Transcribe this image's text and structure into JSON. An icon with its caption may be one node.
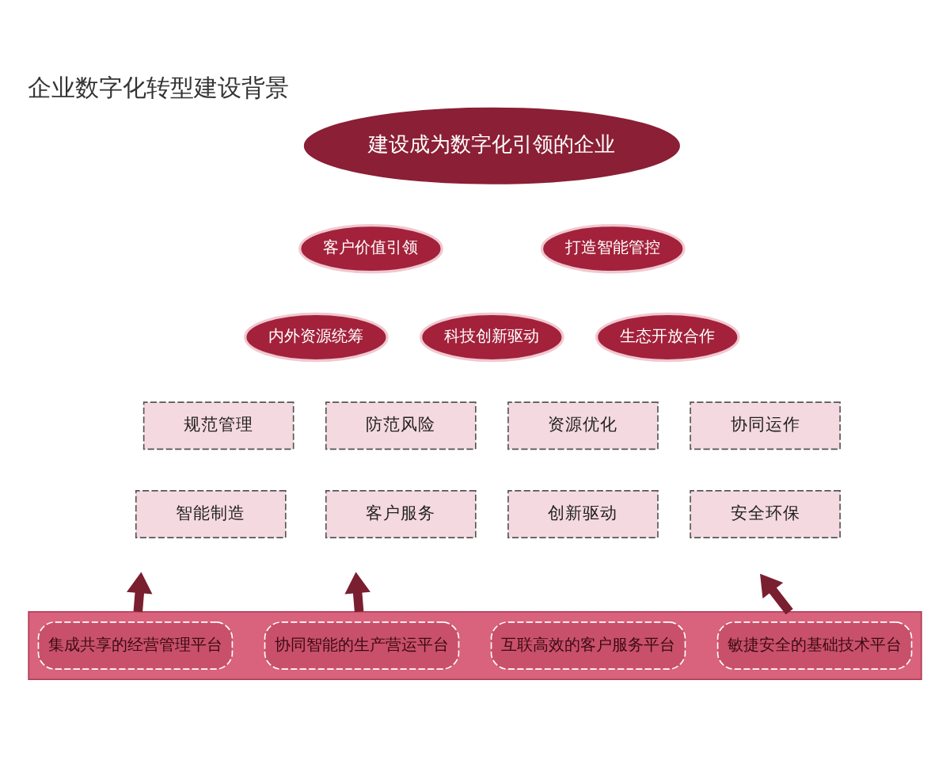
{
  "diagram": {
    "title": "企业数字化转型建设背景",
    "nodes": [
      {
        "text": [
          "建设成为数字化引领的企业"
        ]
      },
      {
        "text": [
          "客户价值引领"
        ]
      },
      {
        "text": [
          "打造智能管控"
        ]
      },
      {
        "text": [
          "内外资源统筹"
        ]
      },
      {
        "text": [
          "生态开放合作"
        ]
      },
      {
        "text": [
          "科技创新驱动"
        ]
      },
      {
        "text": [
          "规范管理"
        ]
      },
      {
        "text": [
          "防范风险"
        ]
      },
      {
        "text": [
          "资源优化"
        ]
      },
      {
        "text": [
          "协同运作"
        ]
      },
      {
        "text": [
          "智能制造"
        ]
      },
      {
        "text": [
          "客户服务"
        ]
      },
      {
        "text": [
          "创新驱动"
        ]
      },
      {
        "text": [
          "安全环保"
        ]
      },
      {
        "text": [],
        "shape": "box"
      },
      {
        "text": [
          "集成共享的经营管理平台"
        ],
        "in": 14
      },
      {
        "text": [
          "协同智能的生产营运平台"
        ],
        "in": 14
      },
      {
        "text": [
          "互联高效的客户服务平台"
        ],
        "in": 14
      },
      {
        "text": [
          "敏捷安全的基础技术平台"
        ],
        "in": 14
      }
    ],
    "edges": [
      {
        "from": 14,
        "to": null,
        "arrow": "to"
      },
      {
        "from": 14,
        "to": null,
        "arrow": "to"
      },
      {
        "from": 14,
        "to": null,
        "arrow": "to"
      }
    ]
  }
}
